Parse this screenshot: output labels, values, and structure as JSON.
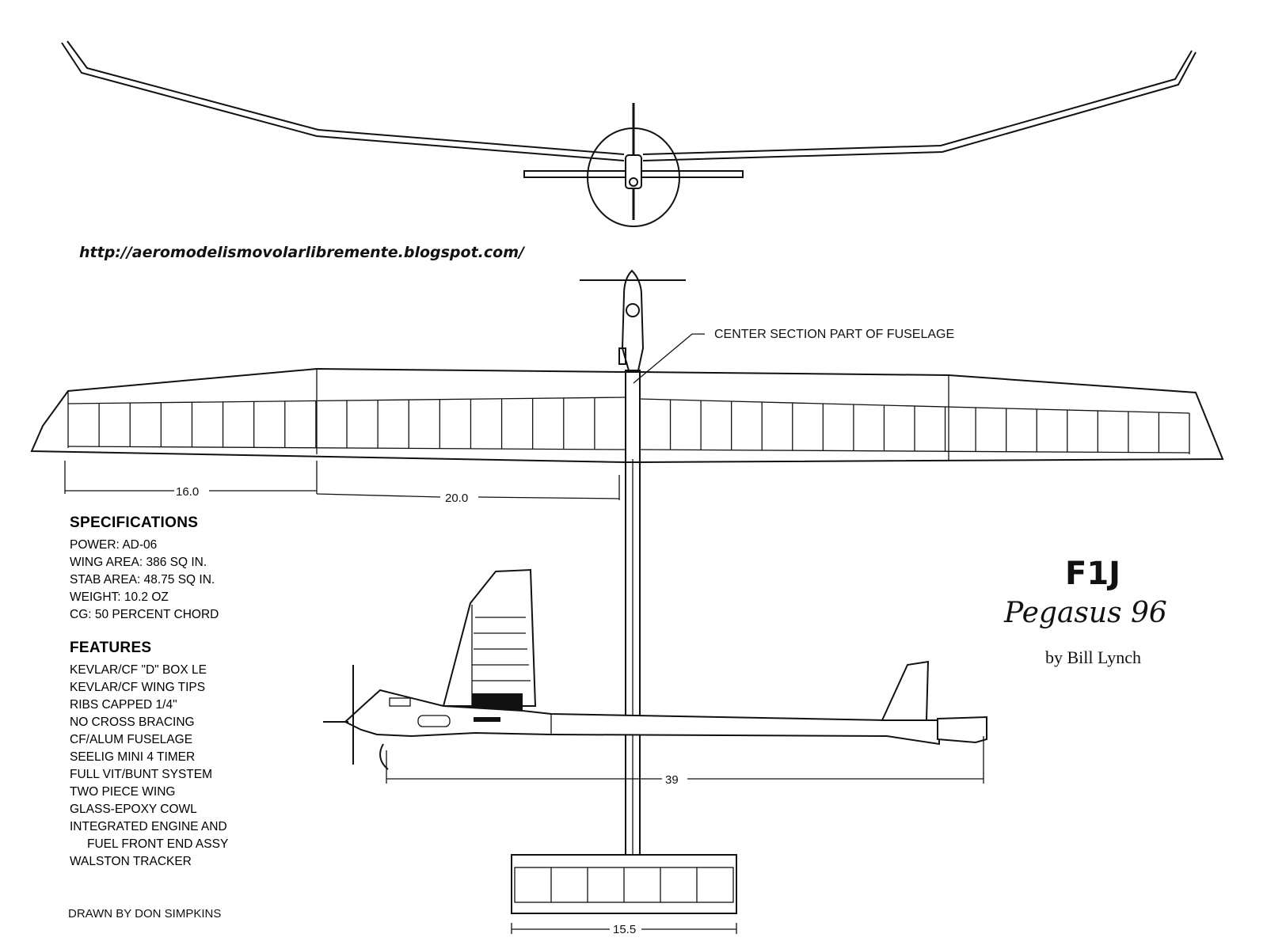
{
  "drawing": {
    "url": "http://aeromodelismovolarlibremente.blogspot.com/",
    "center_note": "CENTER SECTION PART OF FUSELAGE",
    "dimensions": {
      "inner_panel": "16.0",
      "center_panel": "20.0",
      "fuselage_length": "39",
      "stab_span": "15.5"
    }
  },
  "specifications": {
    "heading": "SPECIFICATIONS",
    "items": [
      "POWER: AD-06",
      "WING AREA: 386 SQ IN.",
      "STAB AREA: 48.75 SQ IN.",
      "WEIGHT: 10.2 OZ",
      "CG: 50 PERCENT CHORD"
    ]
  },
  "features": {
    "heading": "FEATURES",
    "items": [
      "KEVLAR/CF \"D\" BOX LE",
      "KEVLAR/CF WING TIPS",
      "RIBS CAPPED 1/4\"",
      "NO CROSS BRACING",
      "CF/ALUM FUSELAGE",
      "SEELIG MINI 4 TIMER",
      "FULL VIT/BUNT SYSTEM",
      "TWO PIECE WING",
      "GLASS-EPOXY COWL",
      "INTEGRATED ENGINE AND",
      "FUEL FRONT END ASSY",
      "WALSTON TRACKER"
    ]
  },
  "credit": "DRAWN BY DON SIMPKINS",
  "title": {
    "code": "F1J",
    "name": "Pegasus 96",
    "author": "by Bill Lynch"
  }
}
